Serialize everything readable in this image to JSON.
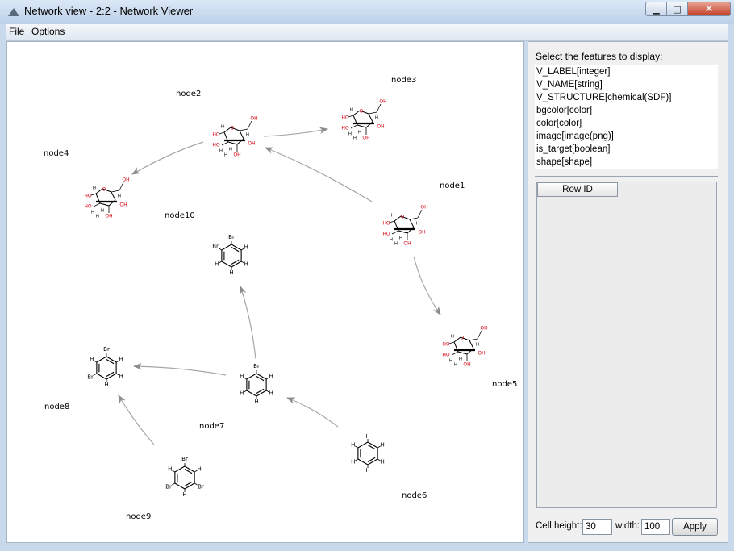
{
  "window": {
    "title": "Network view - 2:2 - Network Viewer"
  },
  "menu": {
    "file": "File",
    "options": "Options"
  },
  "graph": {
    "nodes": [
      {
        "id": "node1",
        "label": "node1",
        "structure": "glucose"
      },
      {
        "id": "node2",
        "label": "node2",
        "structure": "glucose"
      },
      {
        "id": "node3",
        "label": "node3",
        "structure": "glucose"
      },
      {
        "id": "node4",
        "label": "node4",
        "structure": "glucose"
      },
      {
        "id": "node5",
        "label": "node5",
        "structure": "glucose"
      },
      {
        "id": "node6",
        "label": "node6",
        "structure": "benzene"
      },
      {
        "id": "node7",
        "label": "node7",
        "structure": "bromobenzene"
      },
      {
        "id": "node8",
        "label": "node8",
        "structure": "dibromobenzene"
      },
      {
        "id": "node9",
        "label": "node9",
        "structure": "tribromobenzene"
      },
      {
        "id": "node10",
        "label": "node10",
        "structure": "dibromobenzene-ortho"
      }
    ],
    "edges": [
      {
        "from": "node1",
        "to": "node2"
      },
      {
        "from": "node2",
        "to": "node3"
      },
      {
        "from": "node2",
        "to": "node4"
      },
      {
        "from": "node1",
        "to": "node5"
      },
      {
        "from": "node6",
        "to": "node7"
      },
      {
        "from": "node7",
        "to": "node8"
      },
      {
        "from": "node7",
        "to": "node10"
      },
      {
        "from": "node9",
        "to": "node8"
      }
    ]
  },
  "features_panel": {
    "title": "Select the features to display:",
    "features": [
      "V_LABEL[integer]",
      "V_NAME[string]",
      "V_STRUCTURE[chemical(SDF)]",
      "bgcolor[color]",
      "color[color]",
      "image[image(png)]",
      "is_target[boolean]",
      "shape[shape]"
    ],
    "table": {
      "columns": [
        "Row ID"
      ]
    },
    "cell_height_label": "Cell height:",
    "cell_height_value": "30",
    "width_label": "width:",
    "width_value": "100",
    "apply_label": "Apply"
  },
  "colors": {
    "edge": "#a6a6a6",
    "bond": "#000000",
    "oxygen": "#d4000e",
    "titlebar": "#c8d9ec"
  },
  "icons": {
    "minimize": "minimize-icon",
    "maximize": "maximize-icon",
    "close": "close-icon",
    "app": "app-icon"
  }
}
